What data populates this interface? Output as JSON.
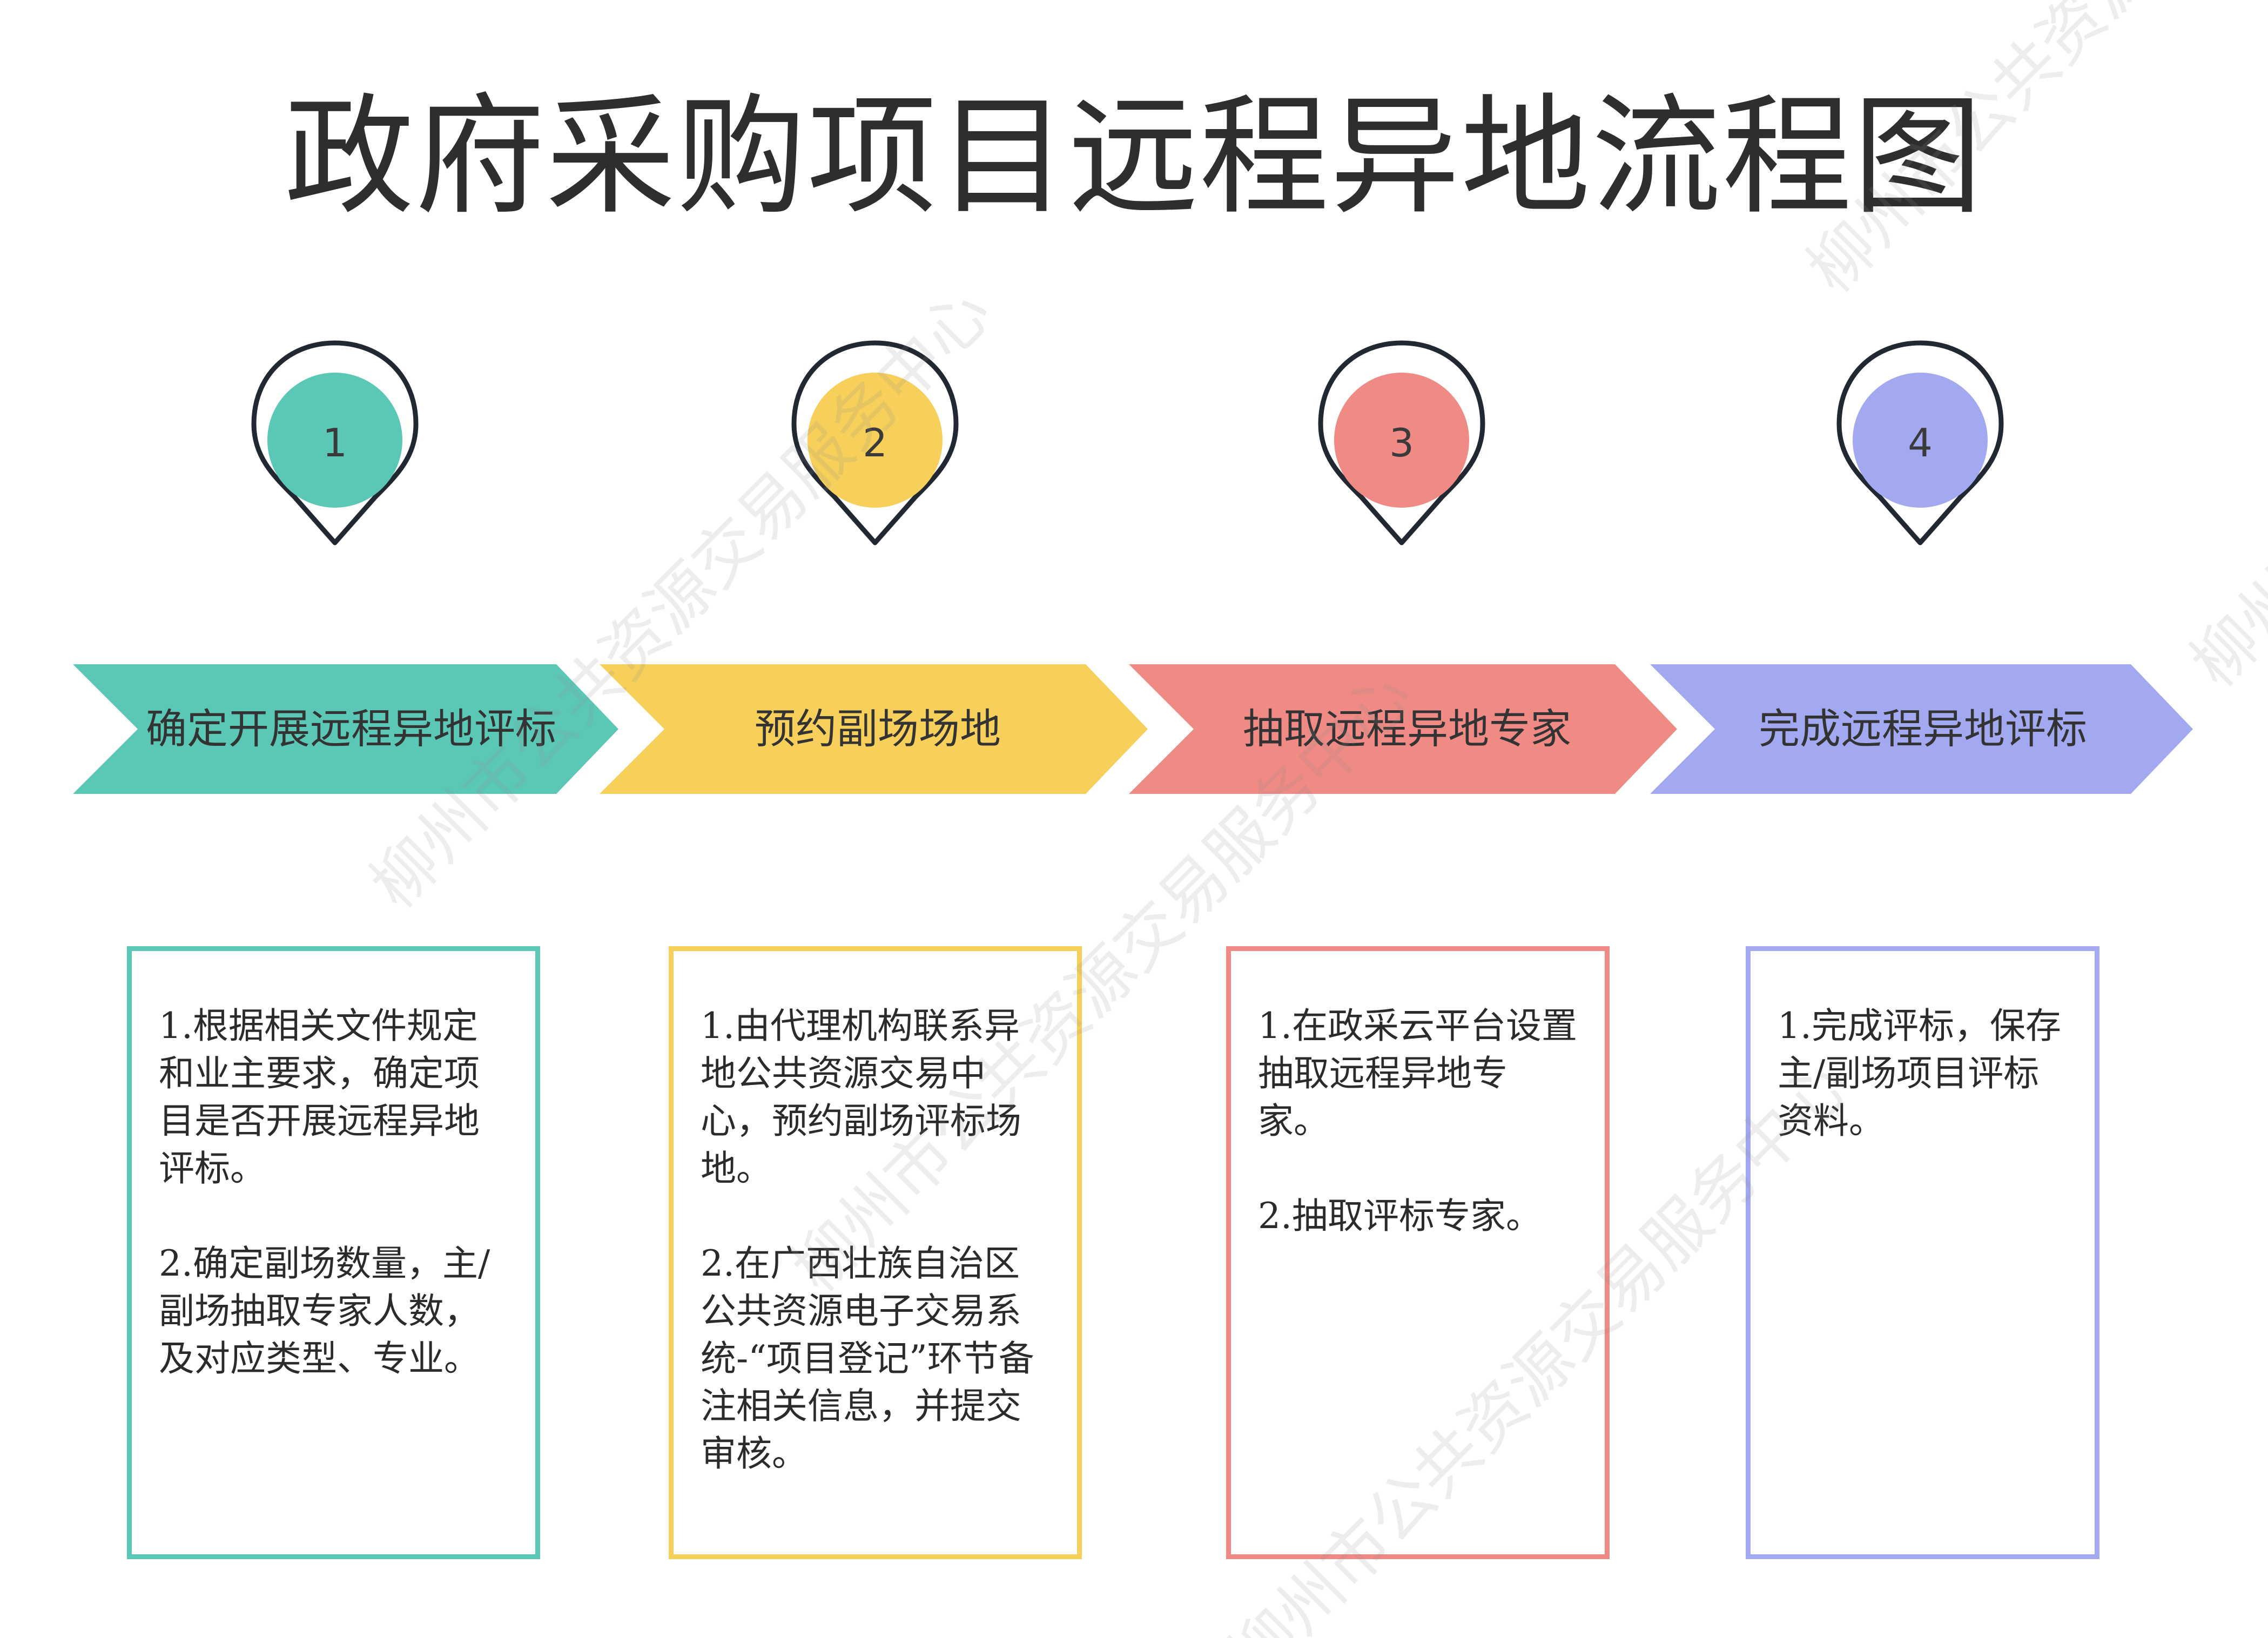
{
  "title": "政府采购项目远程异地流程图",
  "colors": {
    "step1": "#5bc8b5",
    "step2": "#f6d05a",
    "step3": "#ef8a84",
    "step4": "#a3a9f0",
    "pin_outline": "#222831",
    "text": "#333333"
  },
  "steps": [
    {
      "number": "1",
      "label": "确定开展远程异地评标",
      "paragraphs": [
        "1.根据相关文件规定和业主要求，确定项目是否开展远程异地评标。",
        "2.确定副场数量，主/副场抽取专家人数，及对应类型、专业。"
      ]
    },
    {
      "number": "2",
      "label": "预约副场场地",
      "paragraphs": [
        "1.由代理机构联系异地公共资源交易中心，预约副场评标场地。",
        "2.在广西壮族自治区公共资源电子交易系统-“项目登记”环节备注相关信息，并提交审核。"
      ]
    },
    {
      "number": "3",
      "label": "抽取远程异地专家",
      "paragraphs": [
        "1.在政采云平台设置抽取远程异地专家。",
        "2.抽取评标专家。"
      ]
    },
    {
      "number": "4",
      "label": "完成远程异地评标",
      "paragraphs": [
        "1.完成评标，保存主/副场项目评标资料。"
      ]
    }
  ],
  "watermark": {
    "text": "柳州市公共资源交易服务中心"
  }
}
